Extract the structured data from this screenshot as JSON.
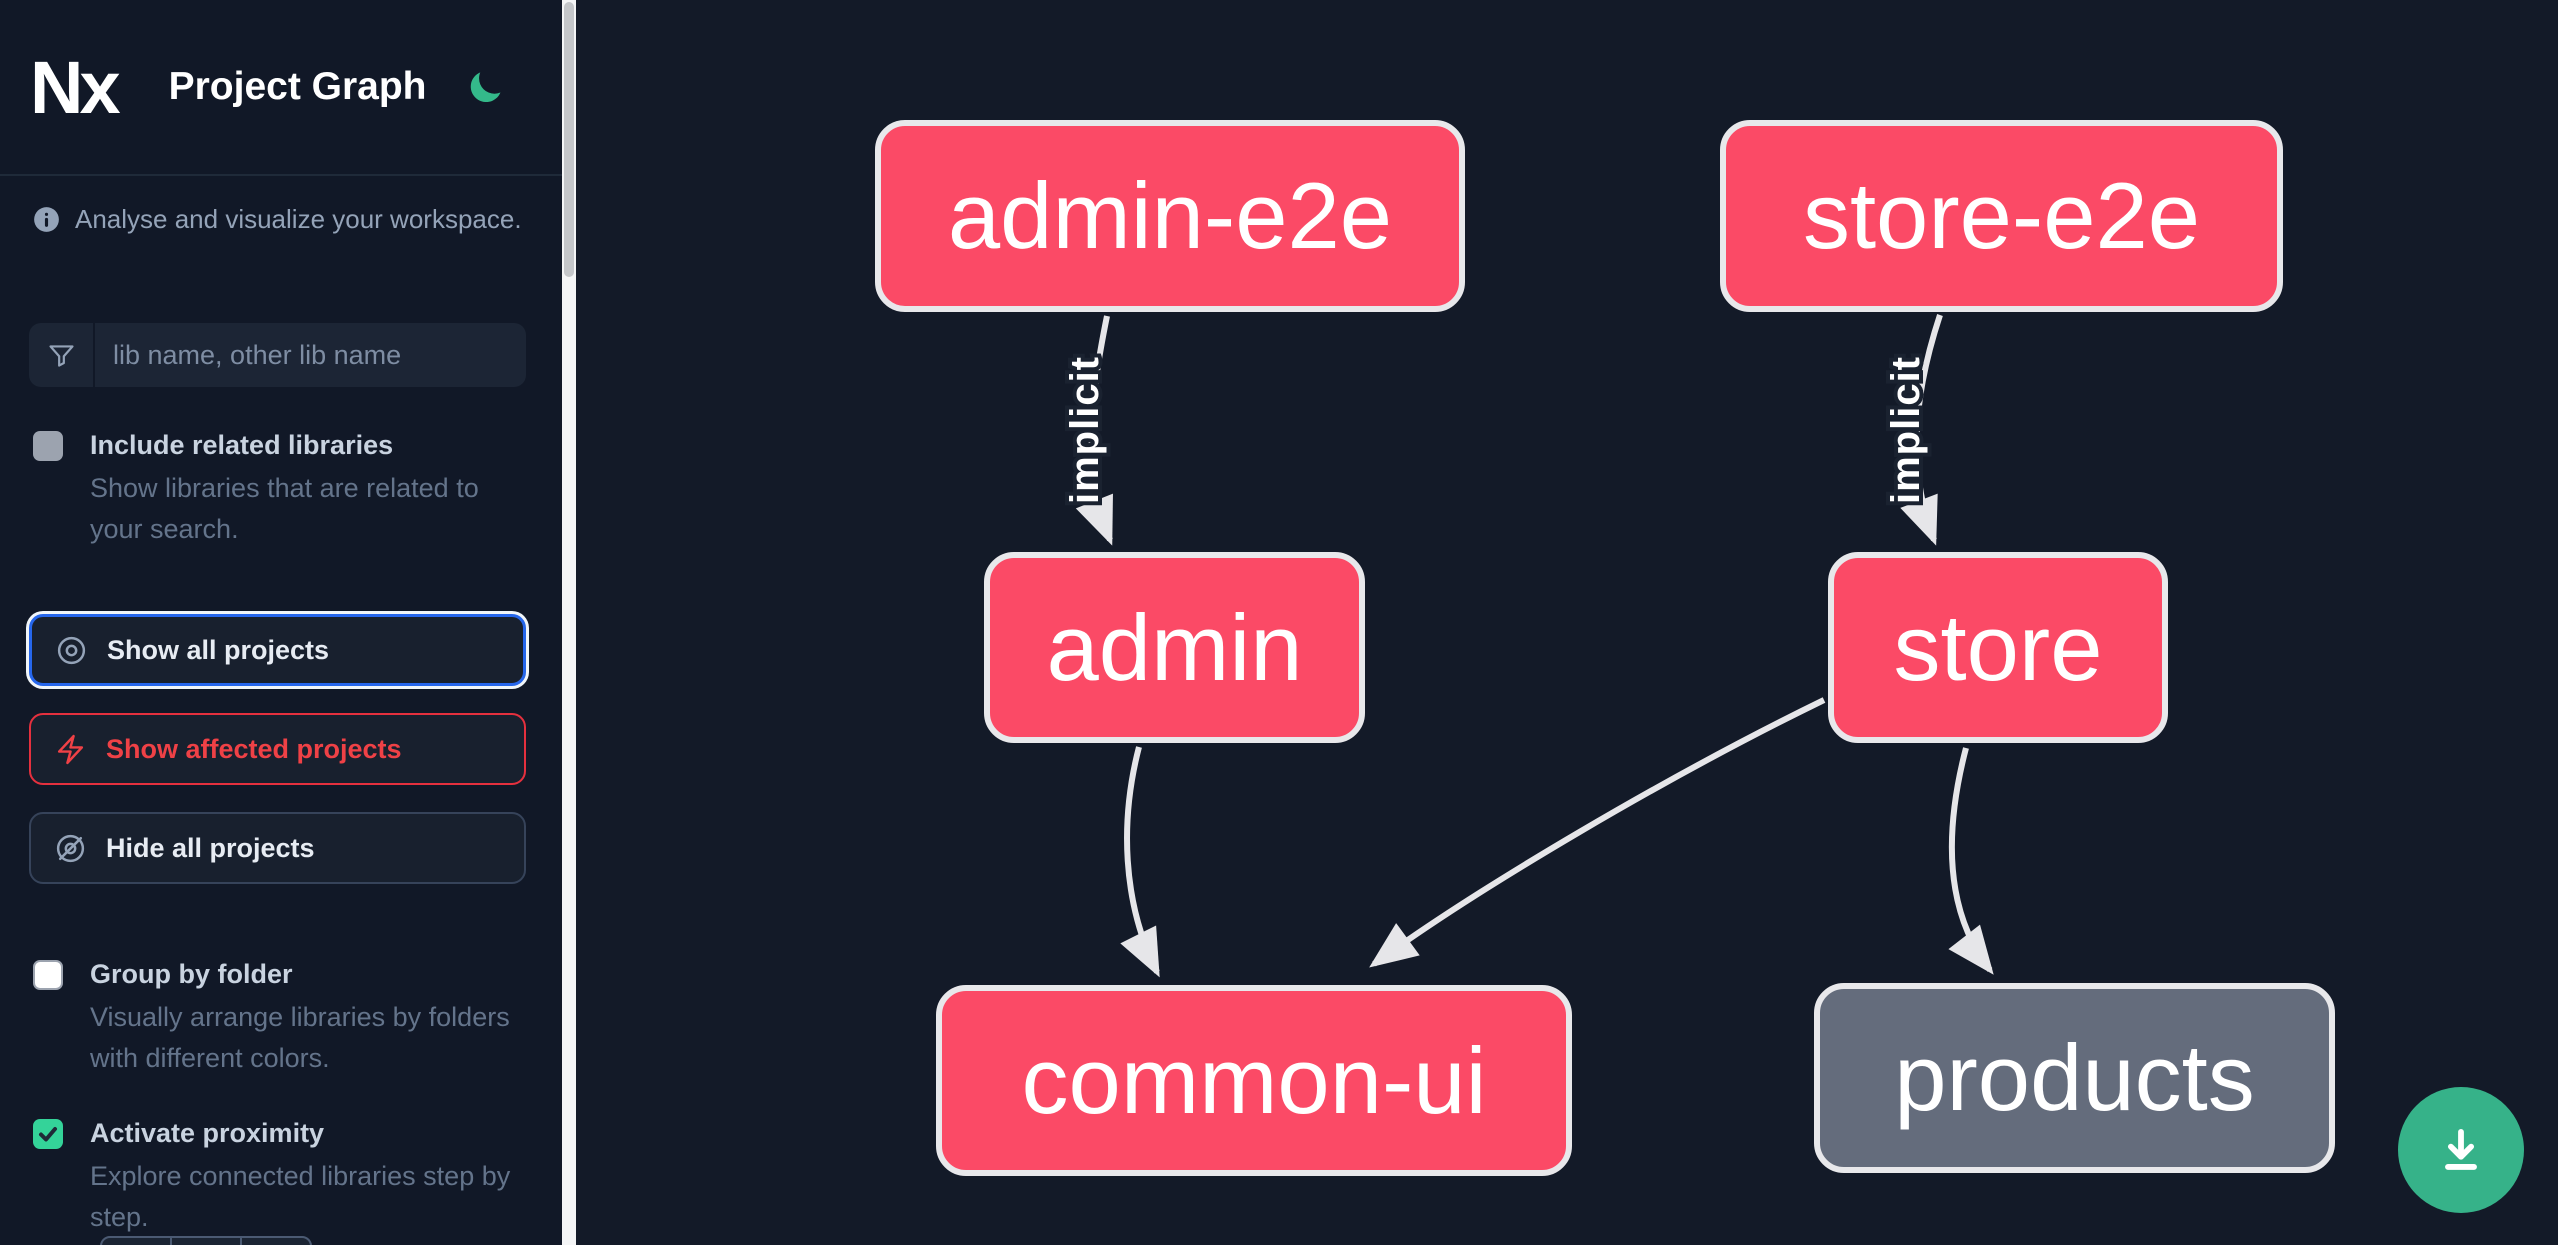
{
  "header": {
    "logo": "Nx",
    "title": "Project Graph",
    "theme_icon": "moon-icon"
  },
  "sidebar": {
    "info_text": "Analyse and visualize your workspace.",
    "search": {
      "icon": "funnel-icon",
      "placeholder": "lib name, other lib name",
      "value": ""
    },
    "options": [
      {
        "label": "Include related libraries",
        "description": "Show libraries that are related to your search.",
        "checked": false
      },
      {
        "label": "Group by folder",
        "description": "Visually arrange libraries by folders with different colors.",
        "checked": false
      },
      {
        "label": "Activate proximity",
        "description": "Explore connected libraries step by step.",
        "checked": true
      }
    ],
    "actions": [
      {
        "label": "Show all projects",
        "icon": "circle-dot-icon",
        "state": "focused"
      },
      {
        "label": "Show affected projects",
        "icon": "bolt-icon",
        "state": "affected"
      },
      {
        "label": "Hide all projects",
        "icon": "circle-dot-slash-icon",
        "state": "default"
      }
    ]
  },
  "graph": {
    "nodes": [
      {
        "label": "admin-e2e",
        "color": "pink"
      },
      {
        "label": "store-e2e",
        "color": "pink"
      },
      {
        "label": "admin",
        "color": "pink"
      },
      {
        "label": "store",
        "color": "pink"
      },
      {
        "label": "common-ui",
        "color": "pink"
      },
      {
        "label": "products",
        "color": "gray"
      }
    ],
    "edges": [
      {
        "from": "admin-e2e",
        "to": "admin",
        "label": "implicit"
      },
      {
        "from": "store-e2e",
        "to": "store",
        "label": "implicit"
      },
      {
        "from": "admin",
        "to": "common-ui",
        "label": ""
      },
      {
        "from": "store",
        "to": "common-ui",
        "label": ""
      },
      {
        "from": "store",
        "to": "products",
        "label": ""
      }
    ]
  },
  "fab": {
    "icon": "download-icon"
  },
  "colors": {
    "node_pink": "#fb4a66",
    "node_gray": "#646c7c",
    "node_border": "#e8e8eb",
    "edge": "#e6e6e9",
    "accent_blue": "#2666eb",
    "affected_red": "#ef4146",
    "green": "#34b98a",
    "checkbox_green": "#34d399",
    "sidebar_bg": "#111827",
    "canvas_bg": "#131a28"
  }
}
